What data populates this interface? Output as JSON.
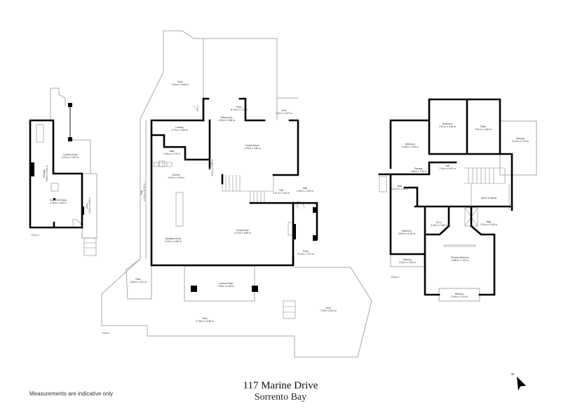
{
  "title": "117 Marine Drive",
  "subtitle": "Sorrento Bay",
  "note": "Measurements are indicative only",
  "compass": {
    "label": "N",
    "icon": "north-arrow-icon"
  },
  "floor1": {
    "label": "Floor 1",
    "rooms": [
      {
        "name": "Covered Deck",
        "dims": "5.20 m x 4.90 m"
      },
      {
        "name": "Storage",
        "dims": "1.60 m x 10.6 m"
      },
      {
        "name": "Guest/Ext Room",
        "dims": "3.38 m x 4.51 m"
      },
      {
        "name": "Deck",
        "dims": "1.40 m x 5.30 m"
      }
    ]
  },
  "floor2": {
    "label": "Floor 2",
    "rooms": [
      {
        "name": "Deck",
        "dims": "5.50 m x 8.64 m"
      },
      {
        "name": "Deck",
        "dims": "8.70 m x 7.43 m"
      },
      {
        "name": "Dining Area",
        "dims": "4.38 m x 3.88 m"
      },
      {
        "name": "Deck",
        "dims": "3.47 m x 9.97 m"
      },
      {
        "name": "Laundry",
        "dims": "2.79 m x 2.55 m"
      },
      {
        "name": "Bath",
        "dims": "2.95 m x 2.79 m"
      },
      {
        "name": "Family Room",
        "dims": "4.78 m x 4.86 m"
      },
      {
        "name": "Kitchen",
        "dims": "4.63 m x 3.09 m"
      },
      {
        "name": "Hall",
        "dims": "4.81 m x 3.58 m"
      },
      {
        "name": "Path",
        "dims": "1.10 m x 12.16 m"
      },
      {
        "name": "Stair",
        "dims": "2.05 m x 2.59 m"
      },
      {
        "name": "Hall",
        "dims": "2.97 m x 2.94 m"
      },
      {
        "name": "Living Room",
        "dims": "6.79 m x 5.85 m"
      },
      {
        "name": "Breakfast Nook",
        "dims": "4.16 m x 4.86 m"
      },
      {
        "name": "Porch",
        "dims": "3.15 m x 3.37 m"
      },
      {
        "name": "Patio",
        "dims": "2.65 m x 4.51 m"
      },
      {
        "name": "Covered Patio",
        "dims": "7.56 m x 2.36 m"
      },
      {
        "name": "Deck",
        "dims": "17.84 m x 6.58 m"
      },
      {
        "name": "Deck",
        "dims": "7.99 m x 6.01 m"
      }
    ]
  },
  "floor3": {
    "label": "Floor 3",
    "rooms": [
      {
        "name": "Bedroom",
        "dims": "3.48 m x 3.93 m"
      },
      {
        "name": "Bedroom",
        "dims": "3.61 m x 4.48 m"
      },
      {
        "name": "Office",
        "dims": "2.81 m x 4.60 m"
      },
      {
        "name": "Balcony",
        "dims": "3.23 m x 4.79 m"
      },
      {
        "name": "Storage",
        "dims": "1.86 m x 1.32 m"
      },
      {
        "name": "Hall",
        "dims": "7.44 m x 4.67 m"
      },
      {
        "name": "Bath",
        "dims": "4.02 m x 3.48 m"
      },
      {
        "name": "Open To Below",
        "dims": ""
      },
      {
        "name": "W.I.C",
        "dims": "3.45 m x 2.48 m"
      },
      {
        "name": "Bath",
        "dims": "3.34 m x 3.45 m"
      },
      {
        "name": "Bedroom",
        "dims": "3.84 m x 4.29 m"
      },
      {
        "name": "Balcony",
        "dims": "3.54 m x 0.92 m"
      },
      {
        "name": "Primary Bedroom",
        "dims": "6.68 m x 7.42 m"
      },
      {
        "name": "Balcony",
        "dims": "3.49 m x 1.43 m"
      }
    ]
  }
}
